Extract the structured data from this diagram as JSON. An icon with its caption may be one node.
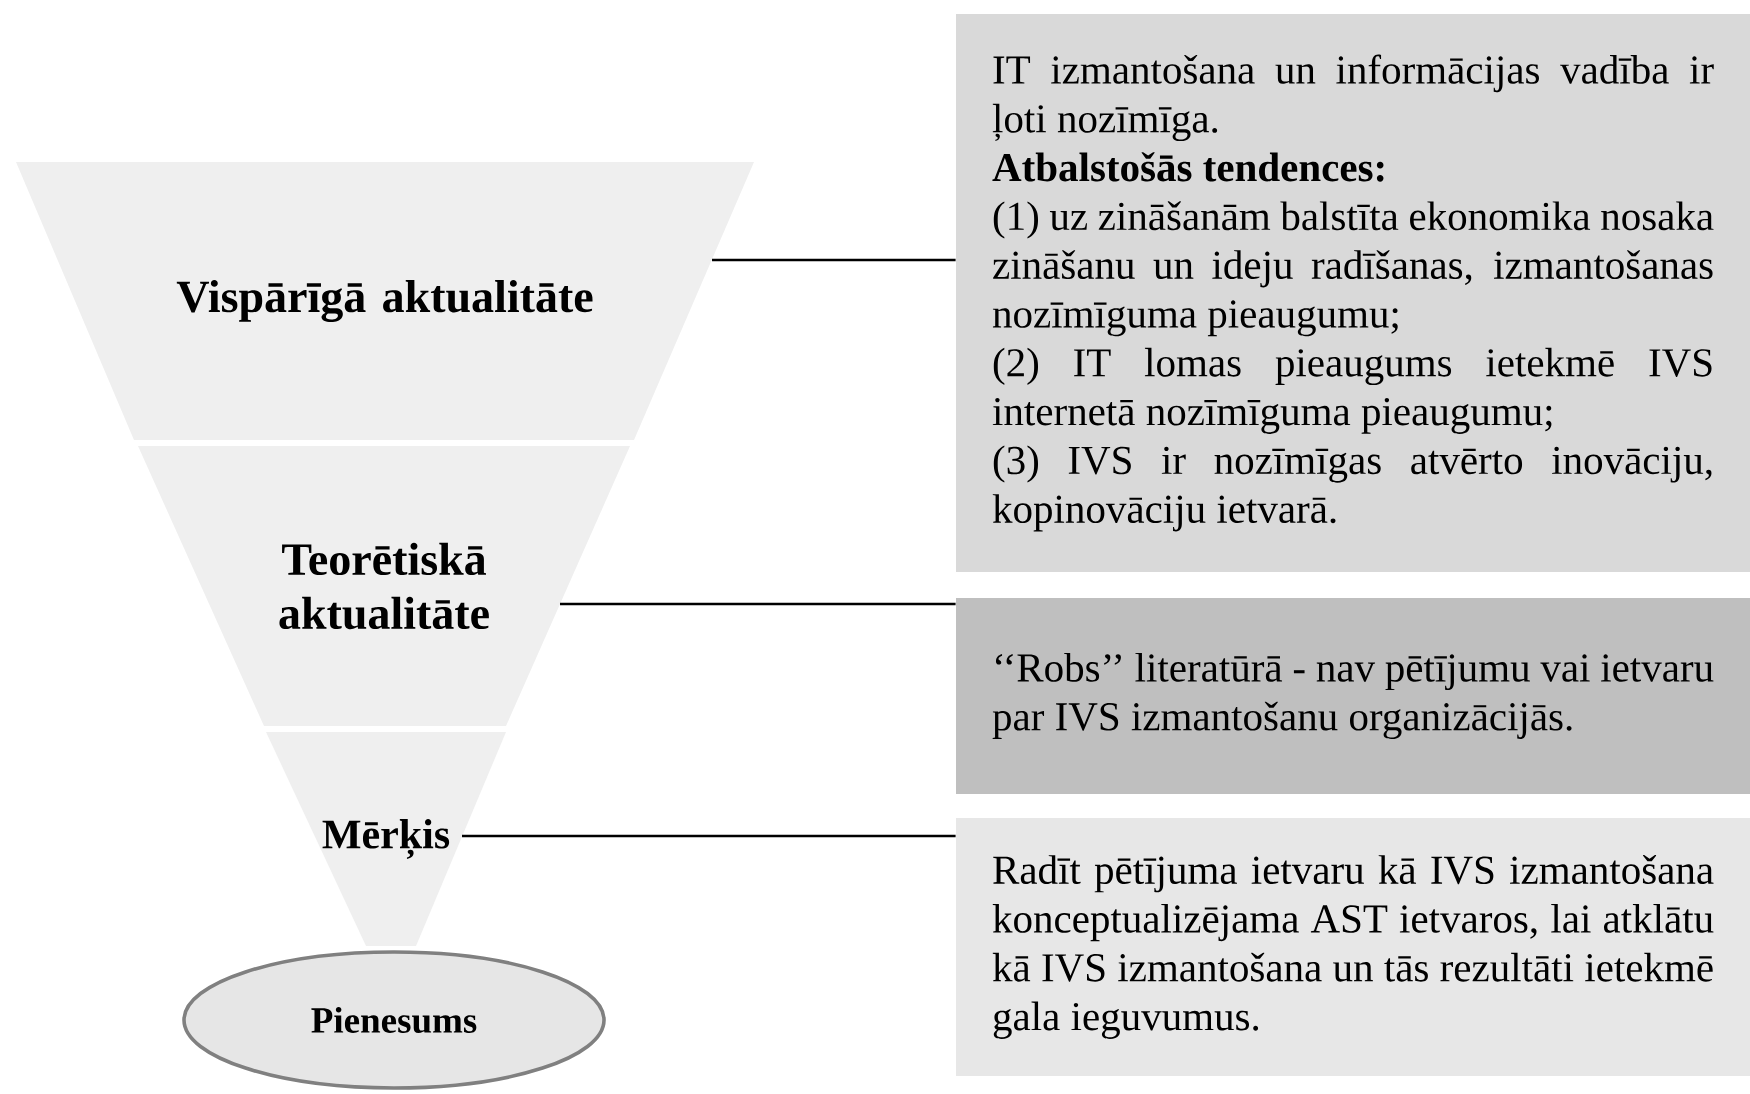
{
  "diagram": {
    "nodes": [
      {
        "text": [
          "Vispārīgā aktualitāte"
        ]
      },
      {
        "text": [
          "Teorētiskā aktualitāte"
        ]
      },
      {
        "text": [
          "Mērķis"
        ]
      },
      {
        "text": [
          "Pienesums"
        ]
      },
      {
        "text": [
          "IT izmantošana un informācijas vadība ir ļoti nozīmīga.",
          "Atbalstošās tendences:",
          "(1) uz zināšanām balstīta ekonomika nosaka zināšanu un ideju radīšanas, izmantošanas nozīmīguma pieaugumu;",
          "(2) IT lomas pieaugums ietekmē IVS internetā nozīmīguma pieaugumu;",
          "(3) IVS ir nozīmīgas atvērto inovāciju, kopinovāciju ietvarā."
        ]
      },
      {
        "text": [
          "‘‘Robs’’ literatūrā - nav pētījumu vai ietvaru par IVS izmantošanu organizācijās."
        ]
      },
      {
        "text": [
          "Radīt pētījuma ietvaru kā IVS izmantošana konceptualizējama AST ietvaros, lai atklātu kā IVS izmantošana un tās rezultāti ietekmē gala ieguvumus."
        ]
      }
    ],
    "edges": [
      {
        "from": 0,
        "to": 4,
        "arrow": "none"
      },
      {
        "from": 1,
        "to": 5,
        "arrow": "none"
      },
      {
        "from": 2,
        "to": 6,
        "arrow": "none"
      }
    ]
  }
}
